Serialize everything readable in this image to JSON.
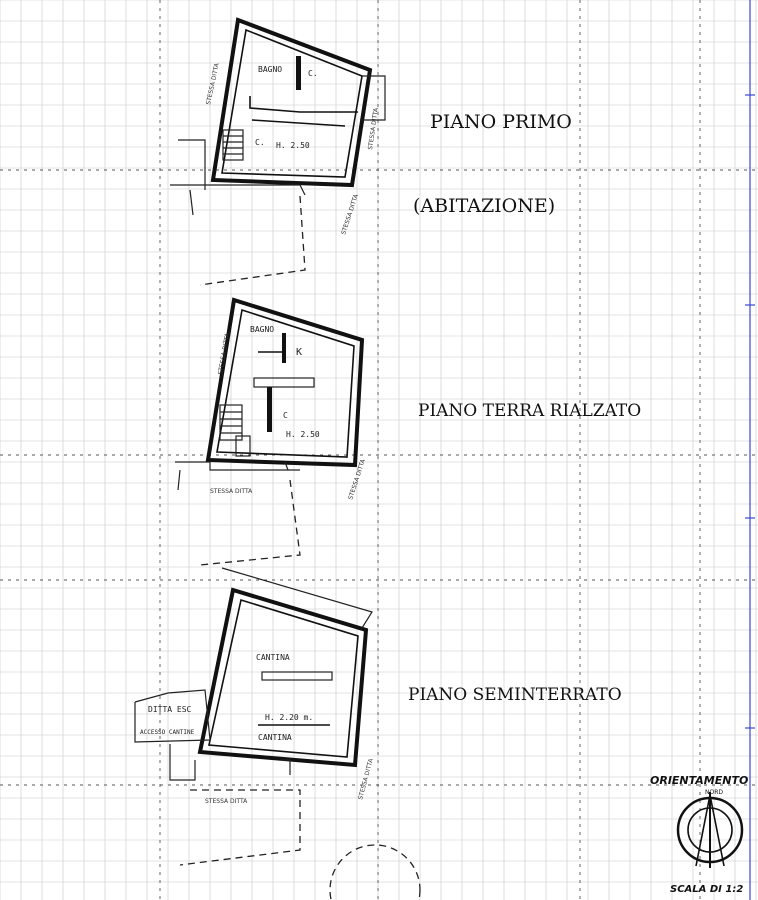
{
  "floors": [
    {
      "title": "PIANO PRIMO",
      "subtitle": "(ABITAZIONE)",
      "rooms": [
        "BAGNO",
        "C.",
        "C.",
        "H. 2.50"
      ],
      "sides": [
        "STESSA DITTA",
        "STESSA DITTA",
        "STESSA DITTA"
      ]
    },
    {
      "title": "PIANO TERRA RIALZATO",
      "rooms": [
        "BAGNO",
        "K",
        "C",
        "H. 2.50"
      ],
      "sides": [
        "STESSA DITTA",
        "STESSA DITTA",
        "STESSA DITTA"
      ]
    },
    {
      "title": "PIANO SEMINTERRATO",
      "rooms": [
        "CANTINA",
        "H. 2.20 m.",
        "CANTINA",
        "DITTA ESC",
        "ACCESSO CANTINE"
      ],
      "sides": [
        "STESSA DITTA",
        "STESSA DITTA"
      ]
    }
  ],
  "orientation": {
    "label": "ORIENTAMENTO",
    "sublabel": "NORD",
    "scale": "SCALA DI 1:2"
  },
  "colors": {
    "ink": "#111111",
    "grid": "#c8c8c8",
    "margin_line": "#3a46d8"
  }
}
